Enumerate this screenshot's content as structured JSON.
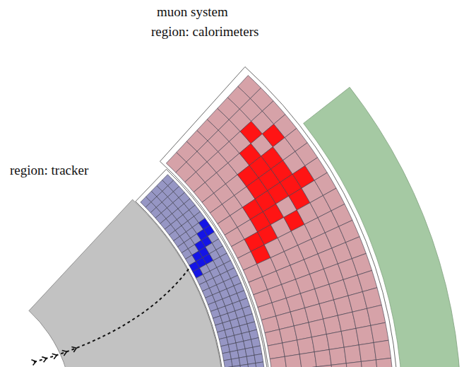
{
  "diagram": {
    "labels": [
      "muon system",
      "region: calorimeters",
      "region: tracker"
    ]
  }
}
